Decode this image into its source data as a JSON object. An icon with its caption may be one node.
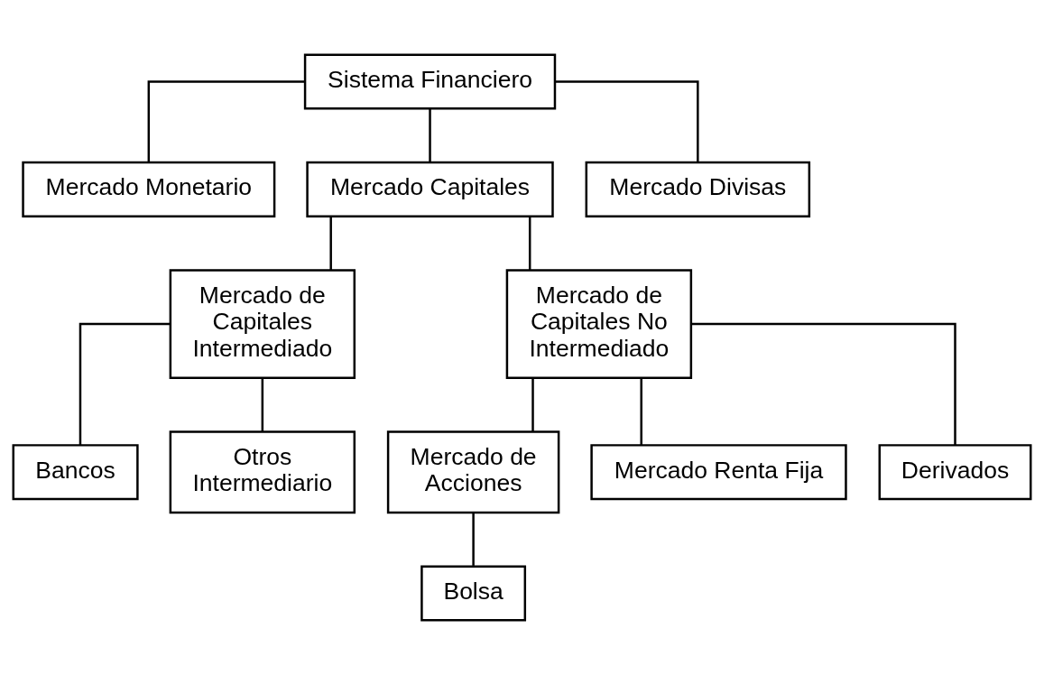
{
  "diagram": {
    "nodes": [
      {
        "text": [
          "Sistema Financiero"
        ]
      },
      {
        "text": [
          "Mercado Monetario"
        ]
      },
      {
        "text": [
          "Mercado Capitales"
        ]
      },
      {
        "text": [
          "Mercado Divisas"
        ]
      },
      {
        "text": [
          "Mercado de Capitales Intermediado"
        ]
      },
      {
        "text": [
          "Mercado de Capitales No Intermediado"
        ]
      },
      {
        "text": [
          "Bancos"
        ]
      },
      {
        "text": [
          "Otros Intermediario"
        ]
      },
      {
        "text": [
          "Mercado de Acciones"
        ]
      },
      {
        "text": [
          "Mercado Renta Fija"
        ]
      },
      {
        "text": [
          "Derivados"
        ]
      },
      {
        "text": [
          "Bolsa"
        ]
      }
    ],
    "edges": [
      {
        "from": 0,
        "to": 1,
        "arrow": "none"
      },
      {
        "from": 0,
        "to": 2,
        "arrow": "none"
      },
      {
        "from": 0,
        "to": 3,
        "arrow": "none"
      },
      {
        "from": 2,
        "to": 4,
        "arrow": "none"
      },
      {
        "from": 2,
        "to": 5,
        "arrow": "none"
      },
      {
        "from": 4,
        "to": 6,
        "arrow": "none"
      },
      {
        "from": 4,
        "to": 7,
        "arrow": "none"
      },
      {
        "from": 5,
        "to": 8,
        "arrow": "none"
      },
      {
        "from": 5,
        "to": 9,
        "arrow": "none"
      },
      {
        "from": 5,
        "to": 10,
        "arrow": "none"
      },
      {
        "from": 8,
        "to": 11,
        "arrow": "none"
      }
    ]
  }
}
